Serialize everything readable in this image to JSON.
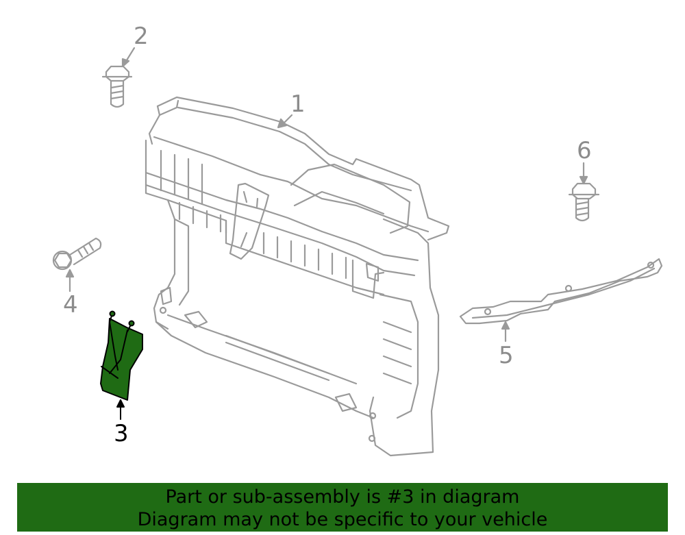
{
  "callouts": {
    "c1": "1",
    "c2": "2",
    "c3": "3",
    "c4": "4",
    "c5": "5",
    "c6": "6"
  },
  "highlighted_part": "3",
  "colors": {
    "line": "#9a9a9a",
    "highlight_fill": "#1f6b14",
    "highlight_stroke": "#000000",
    "banner_bg": "#1f6b14"
  },
  "banner": {
    "line1": "Part or sub-assembly is #3 in diagram",
    "line2": "Diagram may not be specific to your vehicle"
  }
}
